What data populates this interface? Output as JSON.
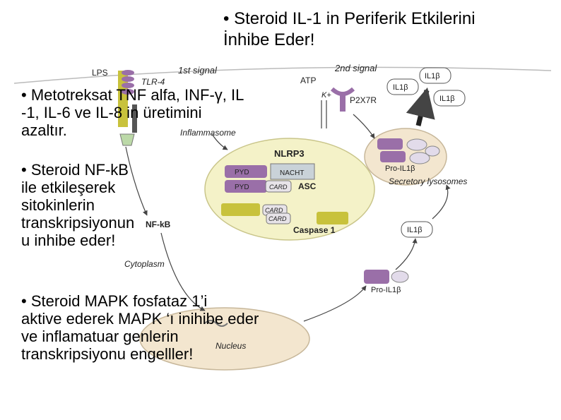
{
  "title": {
    "line1": "• Steroid IL-1 in Periferik Etkilerini",
    "line2": "İnhibe Eder!"
  },
  "bullets": [
    {
      "lines": [
        "• Metotreksat TNF alfa, INF-γ, IL",
        "-1, IL-6 ve IL-8 in üretimini",
        "azaltır."
      ]
    },
    {
      "lines": [
        "• Steroid NF-kB",
        "ile etkileşerek",
        "sitokinlerin",
        "transkripsiyonun",
        "u inhibe eder!"
      ]
    },
    {
      "lines": [
        "• Steroid MAPK fosfataz 1’i",
        "aktive ederek MAPK ‘ı inihibe eder",
        "ve inflamatuar genlerin",
        "transkripsiyonu engelller!"
      ]
    }
  ],
  "diagram": {
    "lps": "LPS",
    "tlr4": "TLR-4",
    "first_signal": "1st signal",
    "second_signal": "2nd signal",
    "atp": "ATP",
    "k_plus": "K+",
    "p2x7r": "P2X7R",
    "inflammasome": "Inflammasome",
    "nlrp3": "NLRP3",
    "pyd": "PYD",
    "nacht": "NACHT",
    "card": "CARD",
    "asc": "ASC",
    "caspase1": "Caspase 1",
    "nfkb": "NF-kB",
    "cytoplasm": "Cytoplasm",
    "nucleus": "Nucleus",
    "pro_il1b": "Pro-IL1β",
    "il1b": "IL1β",
    "secretory_lysosomes": "Secretory lysosomes"
  },
  "colors": {
    "receptor": "#c8c23c",
    "domain_purple": "#9a6fa8",
    "inflammasome_fill": "#f4f2c8",
    "nucleus_fill": "#f3e6cf",
    "arrow": "#444444"
  }
}
